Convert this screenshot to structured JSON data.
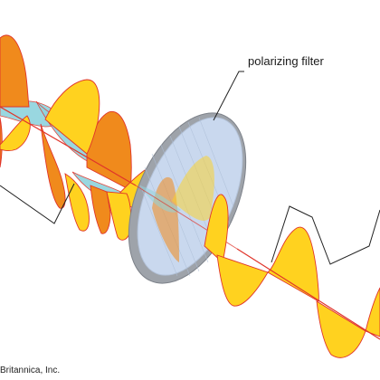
{
  "labels": {
    "filter": "polarizing filter",
    "credit": "Britannica, Inc."
  },
  "colors": {
    "orange_wave": "#f08a1c",
    "yellow_wave": "#ffd21f",
    "cyan_wave": "#8fd3dd",
    "beam_line": "#e0342a",
    "wave_outline": "#e0342a",
    "filter_rim": "#9ea3aa",
    "filter_face": "#c9d8ee",
    "leader_line": "#222222"
  },
  "icons": {
    "filter": "polarizing-filter-disc"
  }
}
